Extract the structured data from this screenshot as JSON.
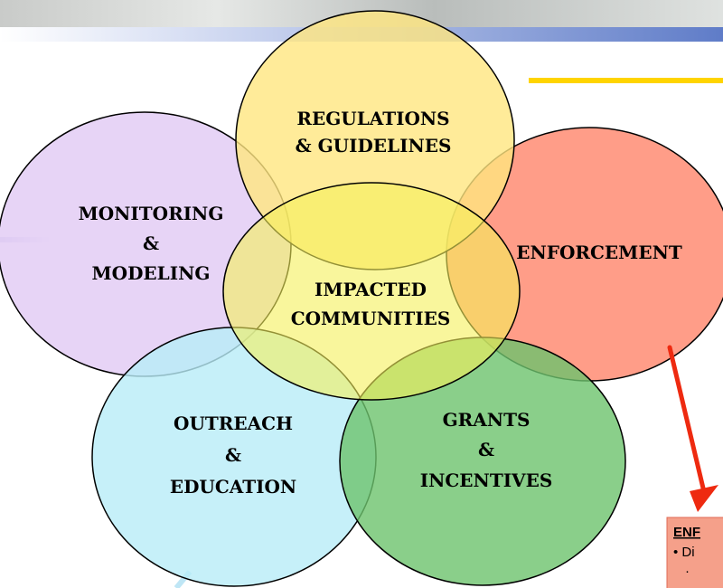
{
  "diagram": {
    "circles": {
      "regulations": {
        "lines": [
          "REGULATIONS",
          "& GUIDELINES"
        ],
        "color": "#ffe680"
      },
      "monitoring": {
        "lines": [
          "MONITORING",
          "&",
          "MODELING"
        ],
        "color": "#e3cdf5"
      },
      "enforcement": {
        "lines": [
          "ENFORCEMENT"
        ],
        "color": "#ff8c73"
      },
      "outreach": {
        "lines": [
          "OUTREACH",
          "&",
          "EDUCATION"
        ],
        "color": "#b8ecf8"
      },
      "grants": {
        "lines": [
          "GRANTS",
          "&",
          "INCENTIVES"
        ],
        "color": "#6dc36d"
      },
      "center": {
        "lines": [
          "IMPACTED",
          "COMMUNITIES"
        ],
        "color": "#f5f05a"
      }
    },
    "side_box": {
      "title": "ENF",
      "bullet_text": "Di"
    },
    "colors": {
      "arrow": "#ee2a10",
      "accent_line": "#ffd400",
      "header_band": "#7f96d6"
    }
  }
}
